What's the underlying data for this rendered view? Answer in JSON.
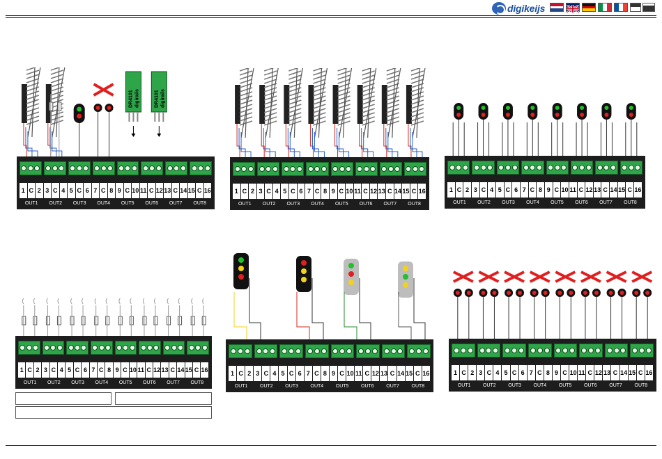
{
  "header": {
    "logo_text": "digikeijs",
    "flags": [
      "nl-flag",
      "uk-flag",
      "de-flag",
      "it-flag",
      "fr-flag"
    ]
  },
  "pins": [
    "1",
    "C",
    "2",
    "3",
    "C",
    "4",
    "5",
    "C",
    "6",
    "7",
    "C",
    "8",
    "9",
    "C",
    "10",
    "11",
    "C",
    "12",
    "13",
    "C",
    "14",
    "15",
    "C",
    "16"
  ],
  "outputs": [
    "OUT1",
    "OUT2",
    "OUT3",
    "OUT4",
    "OUT5",
    "OUT6",
    "OUT7",
    "OUT8"
  ],
  "module_labels": [
    "DR4101",
    "digirails"
  ],
  "colors": {
    "board": "#1d1d1d",
    "terminal": "#2fa54a",
    "signal_red": "#e02020",
    "signal_green": "#22c02a",
    "signal_yellow": "#f2d21b",
    "wire_red": "#d9271e",
    "wire_blue": "#2a5fc4"
  }
}
